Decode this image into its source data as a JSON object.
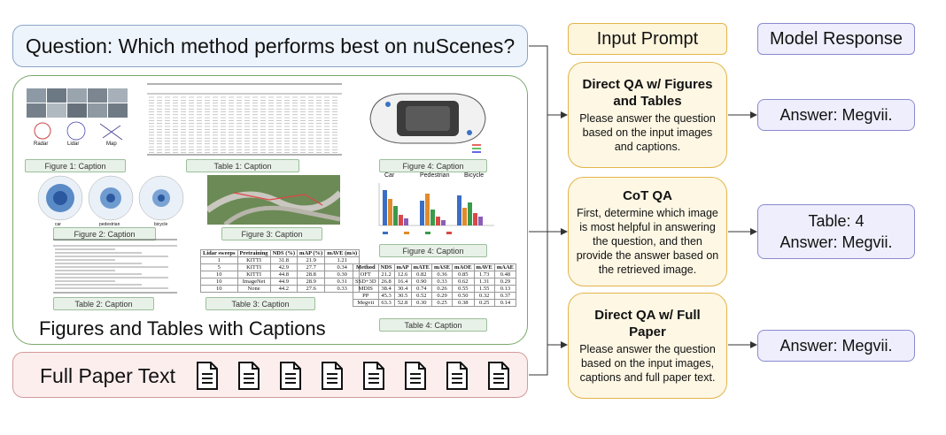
{
  "question": "Question: Which method performs best on nuScenes?",
  "legend": {
    "input_prompt": "Input Prompt",
    "model_response": "Model Response"
  },
  "figures_panel": {
    "label": "Figures and Tables with Captions",
    "captions": {
      "fig1": "Figure 1: Caption",
      "tab1": "Table 1: Caption",
      "fig4a": "Figure 4: Caption",
      "fig2": "Figure 2: Caption",
      "fig3": "Figure 3: Caption",
      "fig4b": "Figure 4: Caption",
      "tab2": "Table 2: Caption",
      "tab3": "Table 3: Caption",
      "tab4": "Table 4: Caption"
    },
    "fig1_labels": [
      "Radar",
      "Lidar",
      "Map"
    ],
    "fig2_labels": [
      "car",
      "pedestrian",
      "bicycle"
    ],
    "fig4b_titles": [
      "Car",
      "Pedestrian",
      "Bicycle"
    ],
    "table3": {
      "headers": [
        "Lidar sweeps",
        "Pretraining",
        "NDS (%)",
        "mAP (%)",
        "mAVE (m/s)"
      ],
      "rows": [
        [
          "1",
          "KITTI",
          "31.8",
          "21.9",
          "1.21"
        ],
        [
          "5",
          "KITTI",
          "42.9",
          "27.7",
          "0.34"
        ],
        [
          "10",
          "KITTI",
          "44.8",
          "28.8",
          "0.30"
        ],
        [
          "10",
          "ImageNet",
          "44.9",
          "28.9",
          "0.31"
        ],
        [
          "10",
          "None",
          "44.2",
          "27.6",
          "0.33"
        ]
      ]
    },
    "table4": {
      "headers": [
        "Method",
        "NDS",
        "mAP",
        "mATE",
        "mASE",
        "mAOE",
        "mAVE",
        "mAAE"
      ],
      "rows": [
        [
          "OFT",
          "21.2",
          "12.6",
          "0.82",
          "0.36",
          "0.85",
          "1.73",
          "0.48"
        ],
        [
          "SSD+3D",
          "26.8",
          "16.4",
          "0.90",
          "0.33",
          "0.62",
          "1.31",
          "0.29"
        ],
        [
          "MDIS",
          "38.4",
          "30.4",
          "0.74",
          "0.26",
          "0.55",
          "1.55",
          "0.13"
        ],
        [
          "PP",
          "45.3",
          "30.5",
          "0.52",
          "0.29",
          "0.50",
          "0.32",
          "0.37"
        ],
        [
          "Megvii",
          "63.3",
          "52.8",
          "0.30",
          "0.25",
          "0.38",
          "0.25",
          "0.14"
        ]
      ]
    }
  },
  "full_paper": {
    "label": "Full Paper Text",
    "doc_count": 8
  },
  "qa_boxes": [
    {
      "title": "Direct QA w/ Figures and Tables",
      "desc": "Please answer the question based on the input images and captions."
    },
    {
      "title": "CoT QA",
      "desc": "First, determine which image is most helpful in answering the question, and then provide the answer based on the retrieved image."
    },
    {
      "title": "Direct QA w/ Full Paper",
      "desc": "Please answer the question based on the input images, captions and full paper text."
    }
  ],
  "answers": [
    {
      "line1": "Answer: Megvii.",
      "line2": ""
    },
    {
      "line1": "Table: 4",
      "line2": "Answer: Megvii."
    },
    {
      "line1": "Answer: Megvii.",
      "line2": ""
    }
  ],
  "colors": {
    "question_bg": "#eef4fc",
    "panel_border": "#7aa86a",
    "prompt_bg": "#fdf7e4",
    "answer_bg": "#eeeefc",
    "fulltext_bg": "#fdeeee"
  }
}
